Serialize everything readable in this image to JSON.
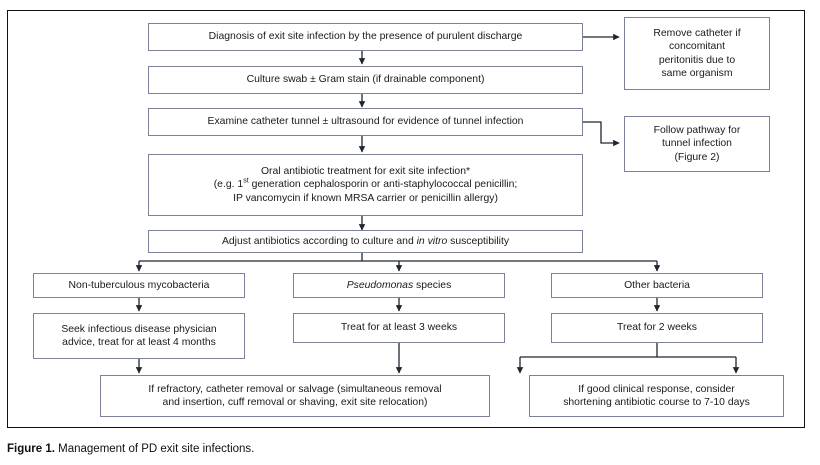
{
  "figure": {
    "caption_label": "Figure 1.",
    "caption_text": " Management of PD exit site infections.",
    "border_color": "#7b8299",
    "frame_color": "#111111",
    "connector_color": "#1f2733"
  },
  "nodes": {
    "diagnosis": {
      "text": "Diagnosis of exit site infection by the presence of purulent discharge"
    },
    "culture_swab": {
      "text": "Culture swab ± Gram stain (if drainable component)"
    },
    "examine_tunnel": {
      "text": "Examine catheter tunnel ± ultrasound for evidence of tunnel infection"
    },
    "remove_catheter": {
      "line1": "Remove catheter if",
      "line2": "concomitant",
      "line3": "peritonitis due to",
      "line4": "same organism"
    },
    "follow_pathway": {
      "line1": "Follow pathway for",
      "line2": "tunnel infection",
      "line3": "(Figure 2)"
    },
    "oral_antibiotic": {
      "line1": "Oral antibiotic treatment for exit site infection*",
      "line2_a": "(e.g. 1",
      "line2_sup": "st",
      "line2_b": " generation cephalosporin or anti-staphylococcal penicillin;",
      "line3": "IP vancomycin if known MRSA carrier or penicillin allergy)"
    },
    "adjust_antibiotics": {
      "pre": "Adjust antibiotics according to culture and ",
      "italic": "in vitro",
      "post": " susceptibility"
    },
    "non_tuberculous": {
      "text": "Non-tuberculous mycobacteria"
    },
    "pseudomonas": {
      "italic": "Pseudomonas",
      "post": " species"
    },
    "other_bacteria": {
      "text": "Other bacteria"
    },
    "seek_physician": {
      "line1": "Seek infectious disease physician",
      "line2": "advice, treat for at least 4 months"
    },
    "treat_3_weeks": {
      "text": "Treat for at least 3 weeks"
    },
    "treat_2_weeks": {
      "text": "Treat for 2 weeks"
    },
    "refractory": {
      "line1": "If refractory, catheter removal or salvage (simultaneous removal",
      "line2": "and insertion, cuff removal or shaving, exit site relocation)"
    },
    "good_response": {
      "line1": "If good clinical response, consider",
      "line2": "shortening antibiotic course to 7-10 days"
    }
  },
  "chart_data": {
    "type": "diagram",
    "title": "Management of PD exit site infections",
    "edges": [
      {
        "from": "diagnosis",
        "to": "culture_swab",
        "kind": "down-arrow"
      },
      {
        "from": "diagnosis",
        "to": "remove_catheter",
        "kind": "right-arrow"
      },
      {
        "from": "culture_swab",
        "to": "examine_tunnel",
        "kind": "down-arrow"
      },
      {
        "from": "examine_tunnel",
        "to": "oral_antibiotic",
        "kind": "down-arrow"
      },
      {
        "from": "examine_tunnel",
        "to": "follow_pathway",
        "kind": "right-arrow"
      },
      {
        "from": "oral_antibiotic",
        "to": "adjust_antibiotics",
        "kind": "down-arrow"
      },
      {
        "from": "adjust_antibiotics",
        "to": "non_tuberculous",
        "kind": "split-arrow"
      },
      {
        "from": "adjust_antibiotics",
        "to": "pseudomonas",
        "kind": "split-arrow"
      },
      {
        "from": "adjust_antibiotics",
        "to": "other_bacteria",
        "kind": "split-arrow"
      },
      {
        "from": "non_tuberculous",
        "to": "seek_physician",
        "kind": "down-arrow"
      },
      {
        "from": "pseudomonas",
        "to": "treat_3_weeks",
        "kind": "down-arrow"
      },
      {
        "from": "other_bacteria",
        "to": "treat_2_weeks",
        "kind": "down-arrow"
      },
      {
        "from": "seek_physician",
        "to": "refractory",
        "kind": "down-arrow"
      },
      {
        "from": "treat_3_weeks",
        "to": "refractory",
        "kind": "down-arrow"
      },
      {
        "from": "treat_2_weeks",
        "to": "refractory",
        "kind": "split-arrow"
      },
      {
        "from": "treat_2_weeks",
        "to": "good_response",
        "kind": "split-arrow"
      }
    ]
  }
}
